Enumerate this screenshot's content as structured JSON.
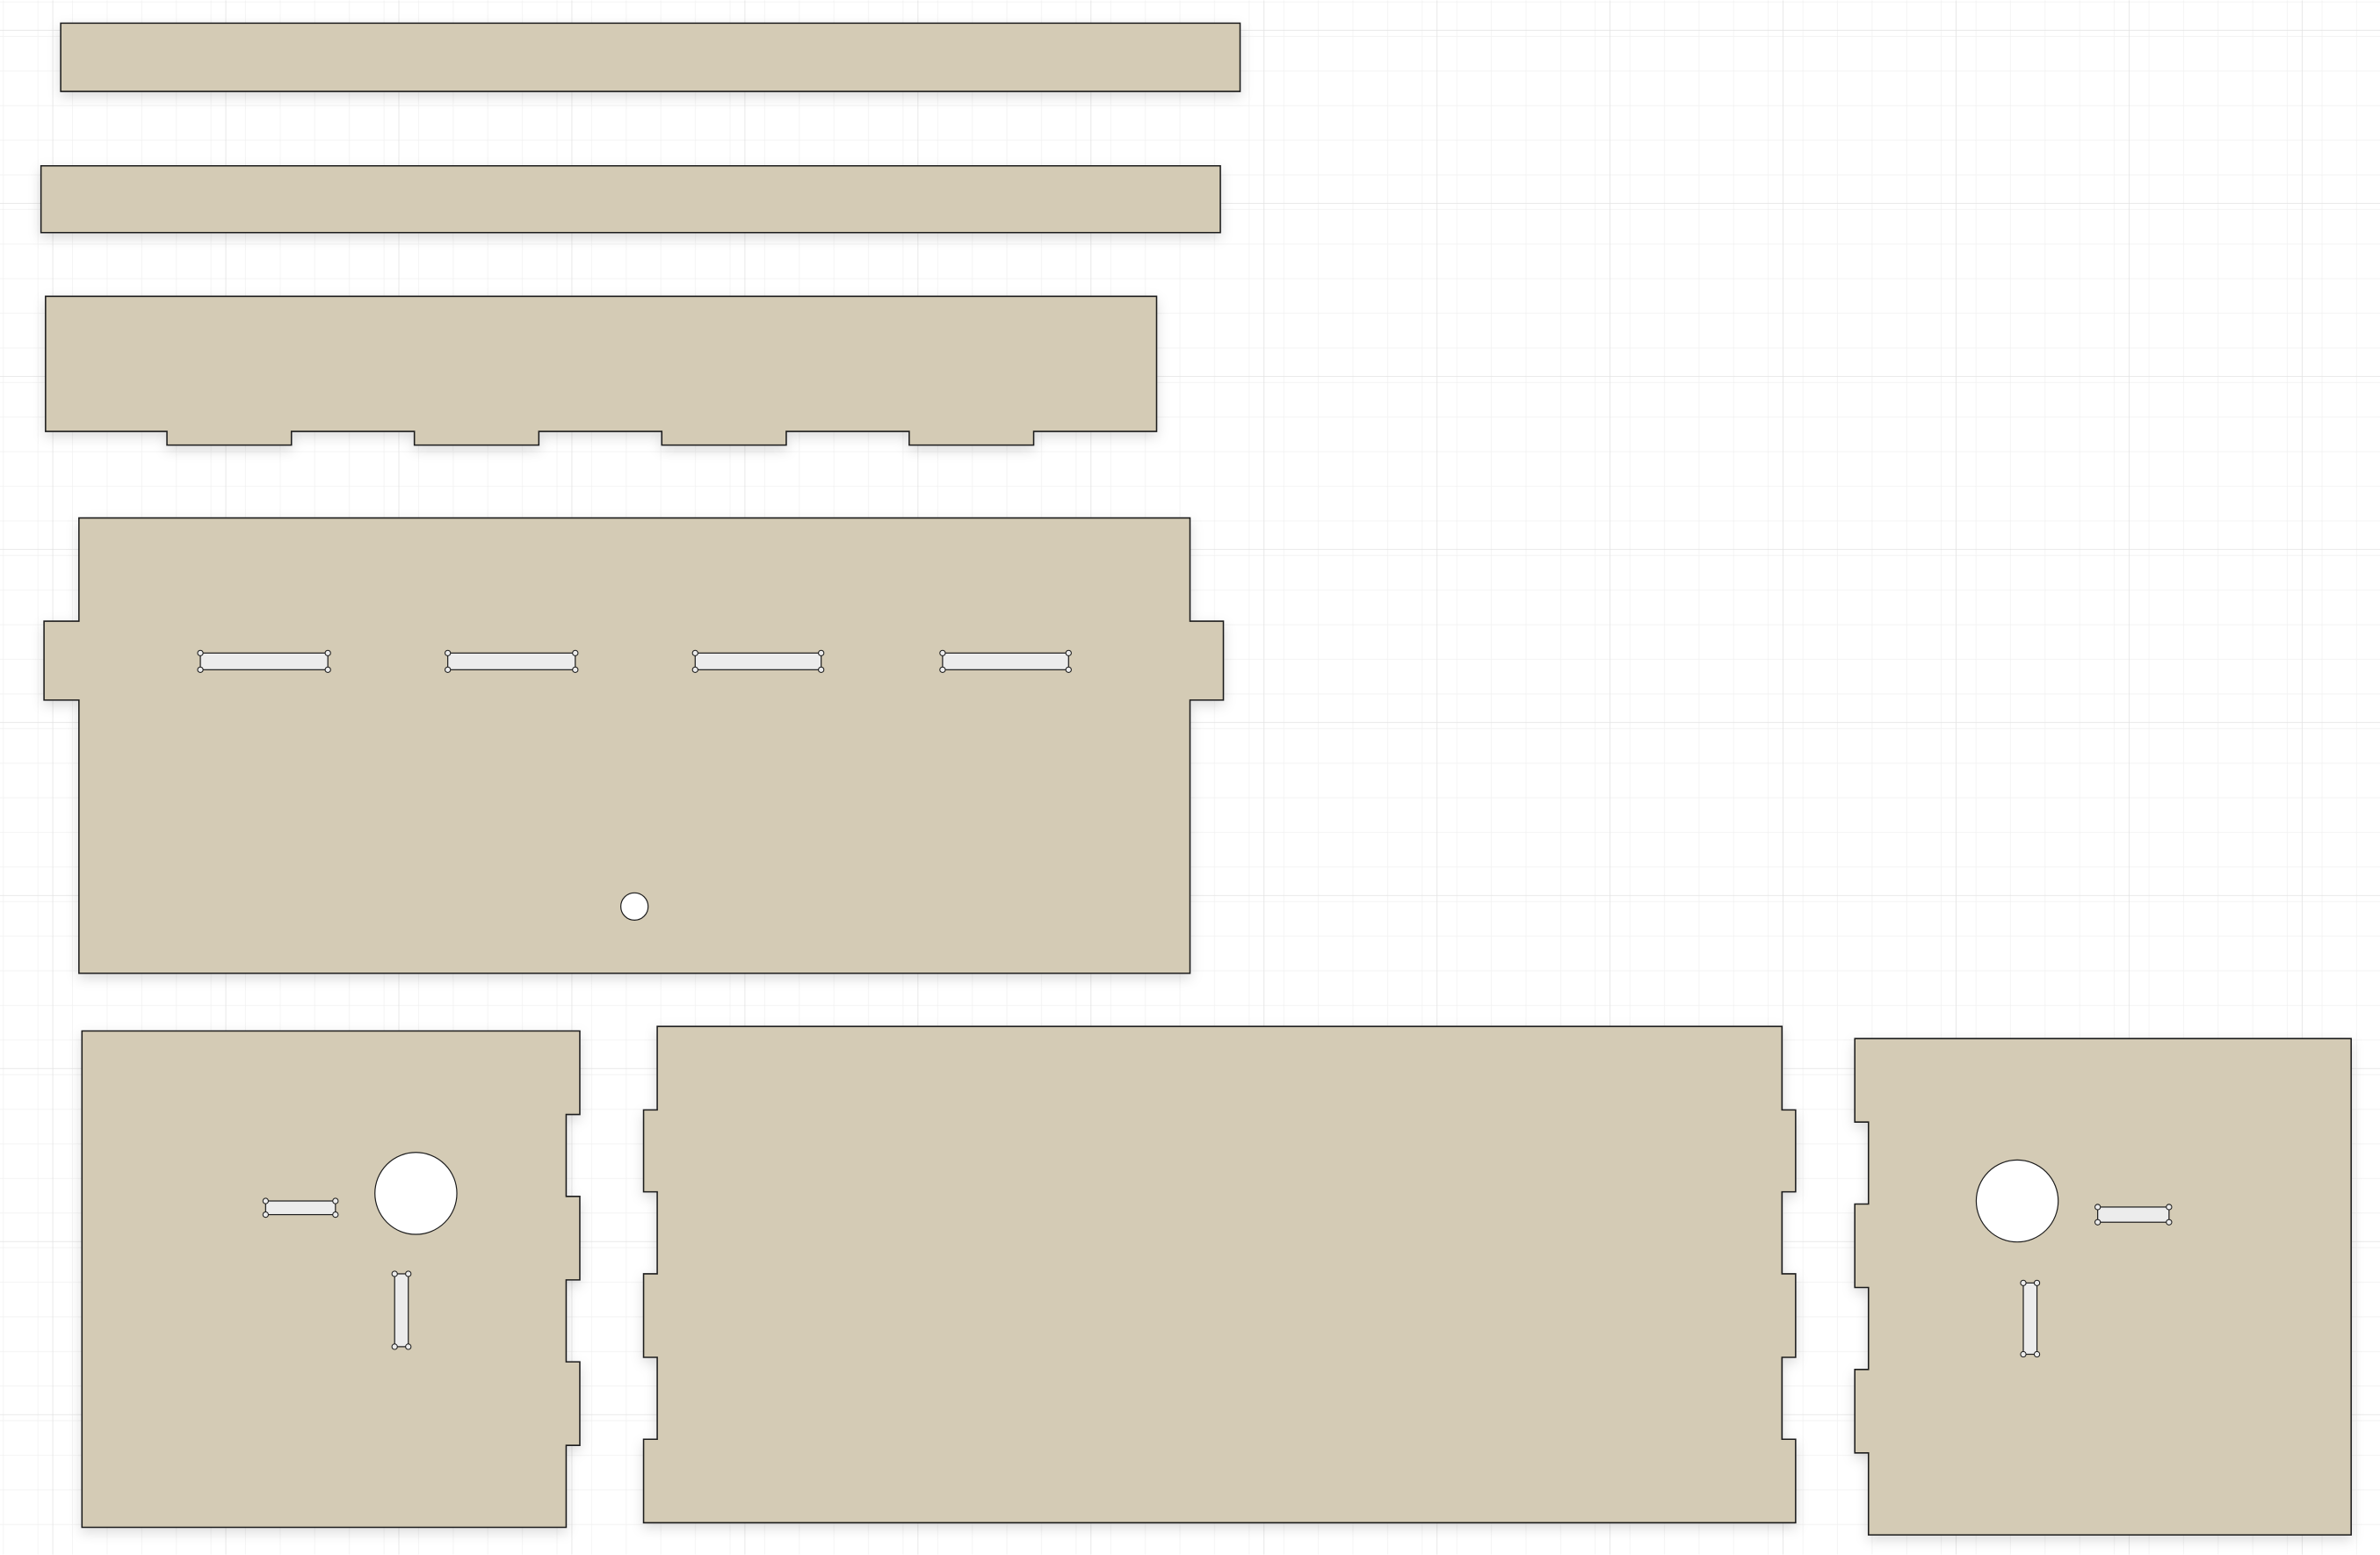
{
  "canvas": {
    "background_color": "#ffffff",
    "grid": true,
    "grid_minor_color": "#efefef",
    "grid_major_color": "#e0e0e0"
  },
  "panels": {
    "fill_color": "#d4cbb5",
    "outline_color": "#1e1e1e",
    "hole_color": "#ececec",
    "count": 7,
    "items": [
      {
        "kind": "strip"
      },
      {
        "kind": "strip"
      },
      {
        "kind": "strip-with-bottom-tabs",
        "tabs": 4
      },
      {
        "kind": "bottom-panel",
        "slots": 4,
        "holes": 1,
        "side_tabs": 2
      },
      {
        "kind": "end-panel",
        "holes": 1,
        "slots": 2,
        "edge_fingers": 3
      },
      {
        "kind": "side-panel",
        "edge_fingers": 6
      },
      {
        "kind": "end-panel",
        "holes": 1,
        "slots": 2,
        "edge_fingers": 3
      }
    ]
  }
}
